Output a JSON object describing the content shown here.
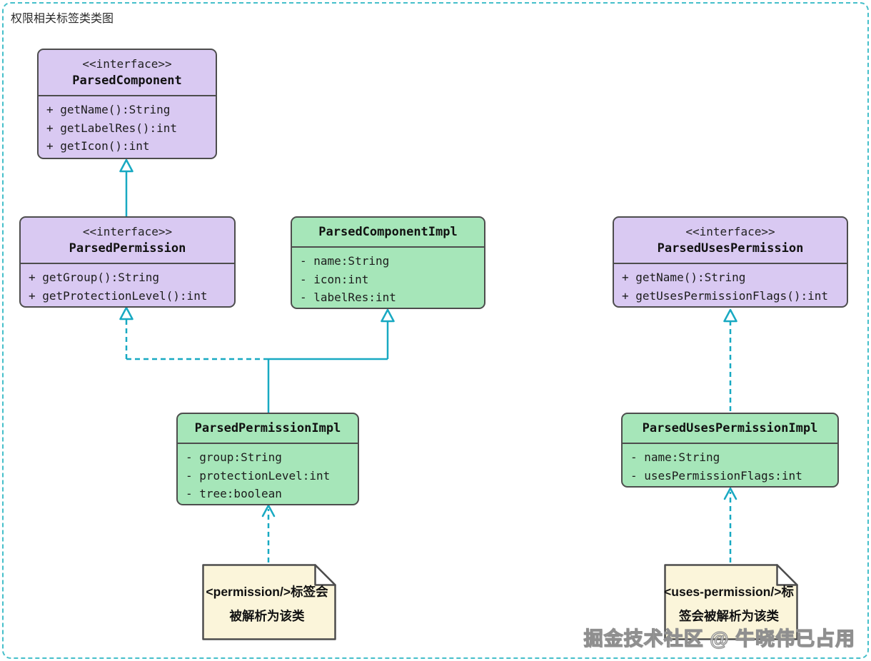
{
  "title": "权限相关标签类类图",
  "colors": {
    "interface_fill": "#d9c9f2",
    "impl_fill": "#a6e6b9",
    "note_fill": "#fbf5da",
    "box_border": "#4d4d4d",
    "connector": "#18a9c2",
    "canvas_border": "#45bfca"
  },
  "classes": {
    "parsed_component": {
      "stereotype": "<<interface>>",
      "name": "ParsedComponent",
      "members": [
        "+ getName():String",
        "+ getLabelRes():int",
        "+ getIcon():int"
      ]
    },
    "parsed_permission": {
      "stereotype": "<<interface>>",
      "name": "ParsedPermission",
      "members": [
        "+ getGroup():String",
        "+ getProtectionLevel():int"
      ]
    },
    "parsed_component_impl": {
      "name": "ParsedComponentImpl",
      "members": [
        "- name:String",
        "- icon:int",
        "- labelRes:int"
      ]
    },
    "parsed_uses_permission": {
      "stereotype": "<<interface>>",
      "name": "ParsedUsesPermission",
      "members": [
        "+ getName():String",
        "+ getUsesPermissionFlags():int"
      ]
    },
    "parsed_permission_impl": {
      "name": "ParsedPermissionImpl",
      "members": [
        "- group:String",
        "- protectionLevel:int",
        "- tree:boolean"
      ]
    },
    "parsed_uses_permission_impl": {
      "name": "ParsedUsesPermissionImpl",
      "members": [
        "- name:String",
        "- usesPermissionFlags:int"
      ]
    }
  },
  "notes": {
    "permission_note": {
      "line1": "<permission/>标签会",
      "line2": "被解析为该类"
    },
    "uses_permission_note": {
      "line1": "<uses-permission/>标",
      "line2": "签会被解析为该类"
    }
  },
  "relations": [
    "ParsedPermission --|> ParsedComponent (extends, solid)",
    "ParsedPermissionImpl ..|> ParsedPermission (implements, dashed)",
    "ParsedPermissionImpl --|> ParsedComponentImpl (extends, solid)",
    "ParsedUsesPermissionImpl ..|> ParsedUsesPermission (implements, dashed)",
    "permission_note ..> ParsedPermissionImpl (note link, dashed)",
    "uses_permission_note ..> ParsedUsesPermissionImpl (note link, dashed)"
  ],
  "watermark": "掘金技术社区 @ 牛晓伟已占用"
}
